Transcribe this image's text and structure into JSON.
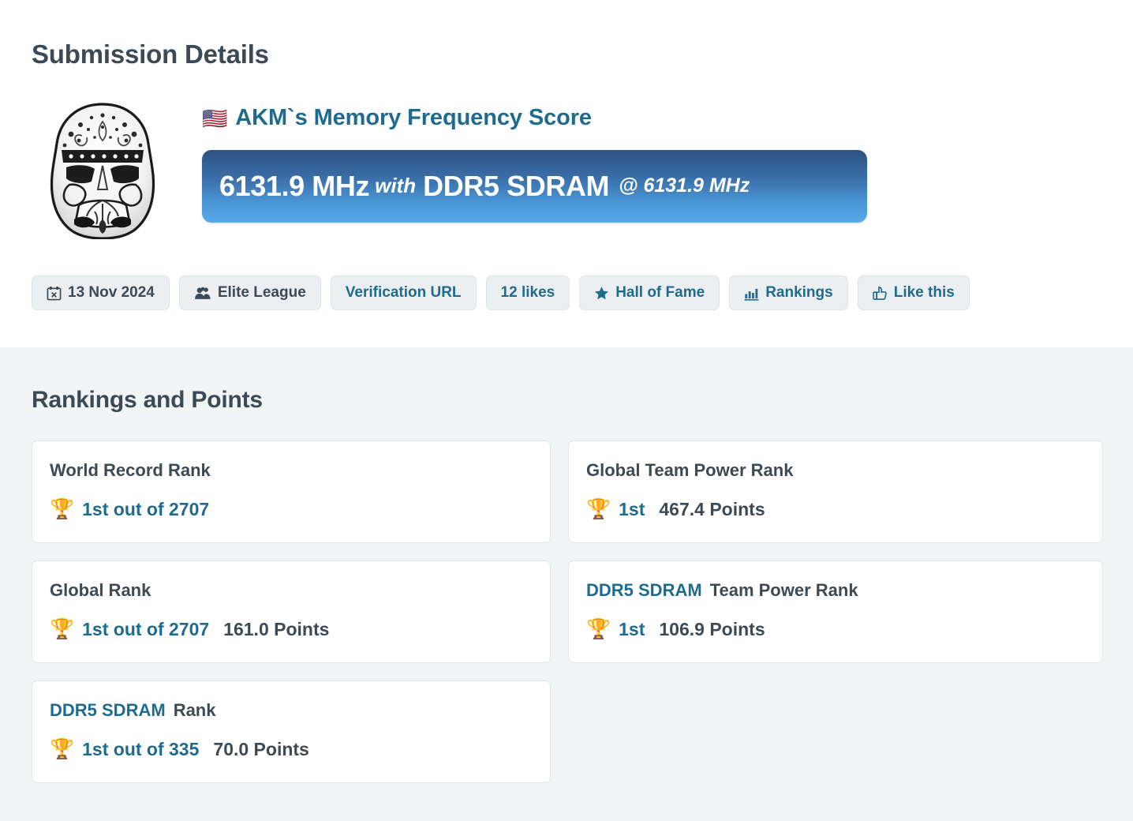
{
  "page": {
    "title": "Submission Details",
    "section_title": "Rankings and Points"
  },
  "submission": {
    "avatar_name": "sugar-skull-stormtrooper-avatar",
    "flag": "🇺🇸",
    "score_title": "AKM`s Memory Frequency Score",
    "banner": {
      "score": "6131.9 MHz",
      "with": "with",
      "hardware": "DDR5 SDRAM",
      "at": "@ 6131.9 MHz",
      "gradient_top": "#2d5182",
      "gradient_bottom": "#55aae8"
    }
  },
  "badges": [
    {
      "icon": "🗓",
      "icon_name": "calendar-icon",
      "label": "13 Nov 2024",
      "style": "dark"
    },
    {
      "icon": "👥",
      "icon_name": "users-icon",
      "label": "Elite League",
      "style": "dark"
    },
    {
      "icon": "",
      "icon_name": "",
      "label": "Verification URL",
      "style": "link"
    },
    {
      "icon": "",
      "icon_name": "",
      "label": "12 likes",
      "style": "link"
    },
    {
      "icon": "★",
      "icon_name": "star-icon",
      "label": "Hall of Fame",
      "style": "link"
    },
    {
      "icon": "📊",
      "icon_name": "bar-chart-icon",
      "label": "Rankings",
      "style": "link"
    },
    {
      "icon": "👍",
      "icon_name": "thumbs-up-icon",
      "label": "Like this",
      "style": "link"
    }
  ],
  "rankings": [
    {
      "hw_link": "",
      "title": "World Record Rank",
      "trophy": "🏆",
      "rank": "1st out of 2707",
      "points": ""
    },
    {
      "hw_link": "",
      "title": "Global Team Power Rank",
      "trophy": "🏆",
      "rank": "1st",
      "points": "467.4 Points"
    },
    {
      "hw_link": "",
      "title": "Global Rank",
      "trophy": "🏆",
      "rank": "1st out of 2707",
      "points": "161.0 Points"
    },
    {
      "hw_link": "DDR5 SDRAM",
      "title": "Team Power Rank",
      "trophy": "🏆",
      "rank": "1st",
      "points": "106.9 Points"
    },
    {
      "hw_link": "DDR5 SDRAM",
      "title": "Rank",
      "trophy": "🏆",
      "rank": "1st out of 335",
      "points": "70.0 Points"
    }
  ],
  "colors": {
    "link": "#1f6b8e",
    "text": "#3c4a56",
    "section_bg": "#f1f5f6",
    "badge_bg": "#eceff1"
  }
}
